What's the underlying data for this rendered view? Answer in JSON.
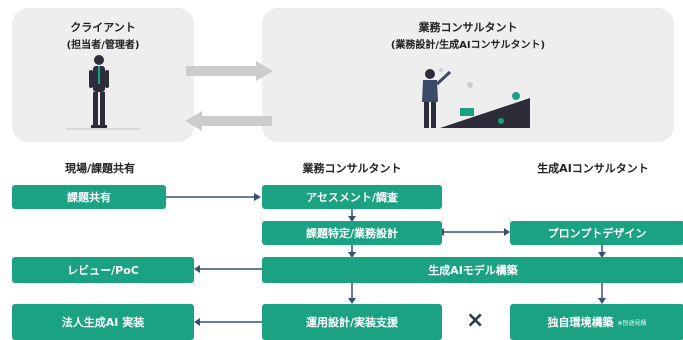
{
  "colors": {
    "teal": "#1aa283",
    "arrow_blue": "#35507a",
    "panel_gray": "#eeeeee",
    "figure_dark": "#2d2d3a"
  },
  "client_panel": {
    "title": "クライアント",
    "subtitle": "(担当者/管理者)"
  },
  "consultant_panel": {
    "title": "業務コンサルタント",
    "subtitle": "(業務設計/生成AIコンサルタント)"
  },
  "columns": {
    "left": "現場/課題共有",
    "center": "業務コンサルタント",
    "right": "生成AIコンサルタント"
  },
  "boxes": {
    "issue_sharing": "課題共有",
    "assessment": "アセスメント/調査",
    "task_design": "課題特定/業務設計",
    "prompt_design": "プロンプトデザイン",
    "review_poc": "レビュー/PoC",
    "model_build": "生成AIモデル構築",
    "corp_impl": "法人生成AI 実装",
    "ops_design": "運用設計/実装支援",
    "env_build": "独自環境構築",
    "env_build_note": "※別途見積"
  },
  "multiply_symbol": "×",
  "icons": [
    "person-standing-icon",
    "presenter-icon",
    "arrow-right-icon",
    "arrow-left-icon"
  ]
}
